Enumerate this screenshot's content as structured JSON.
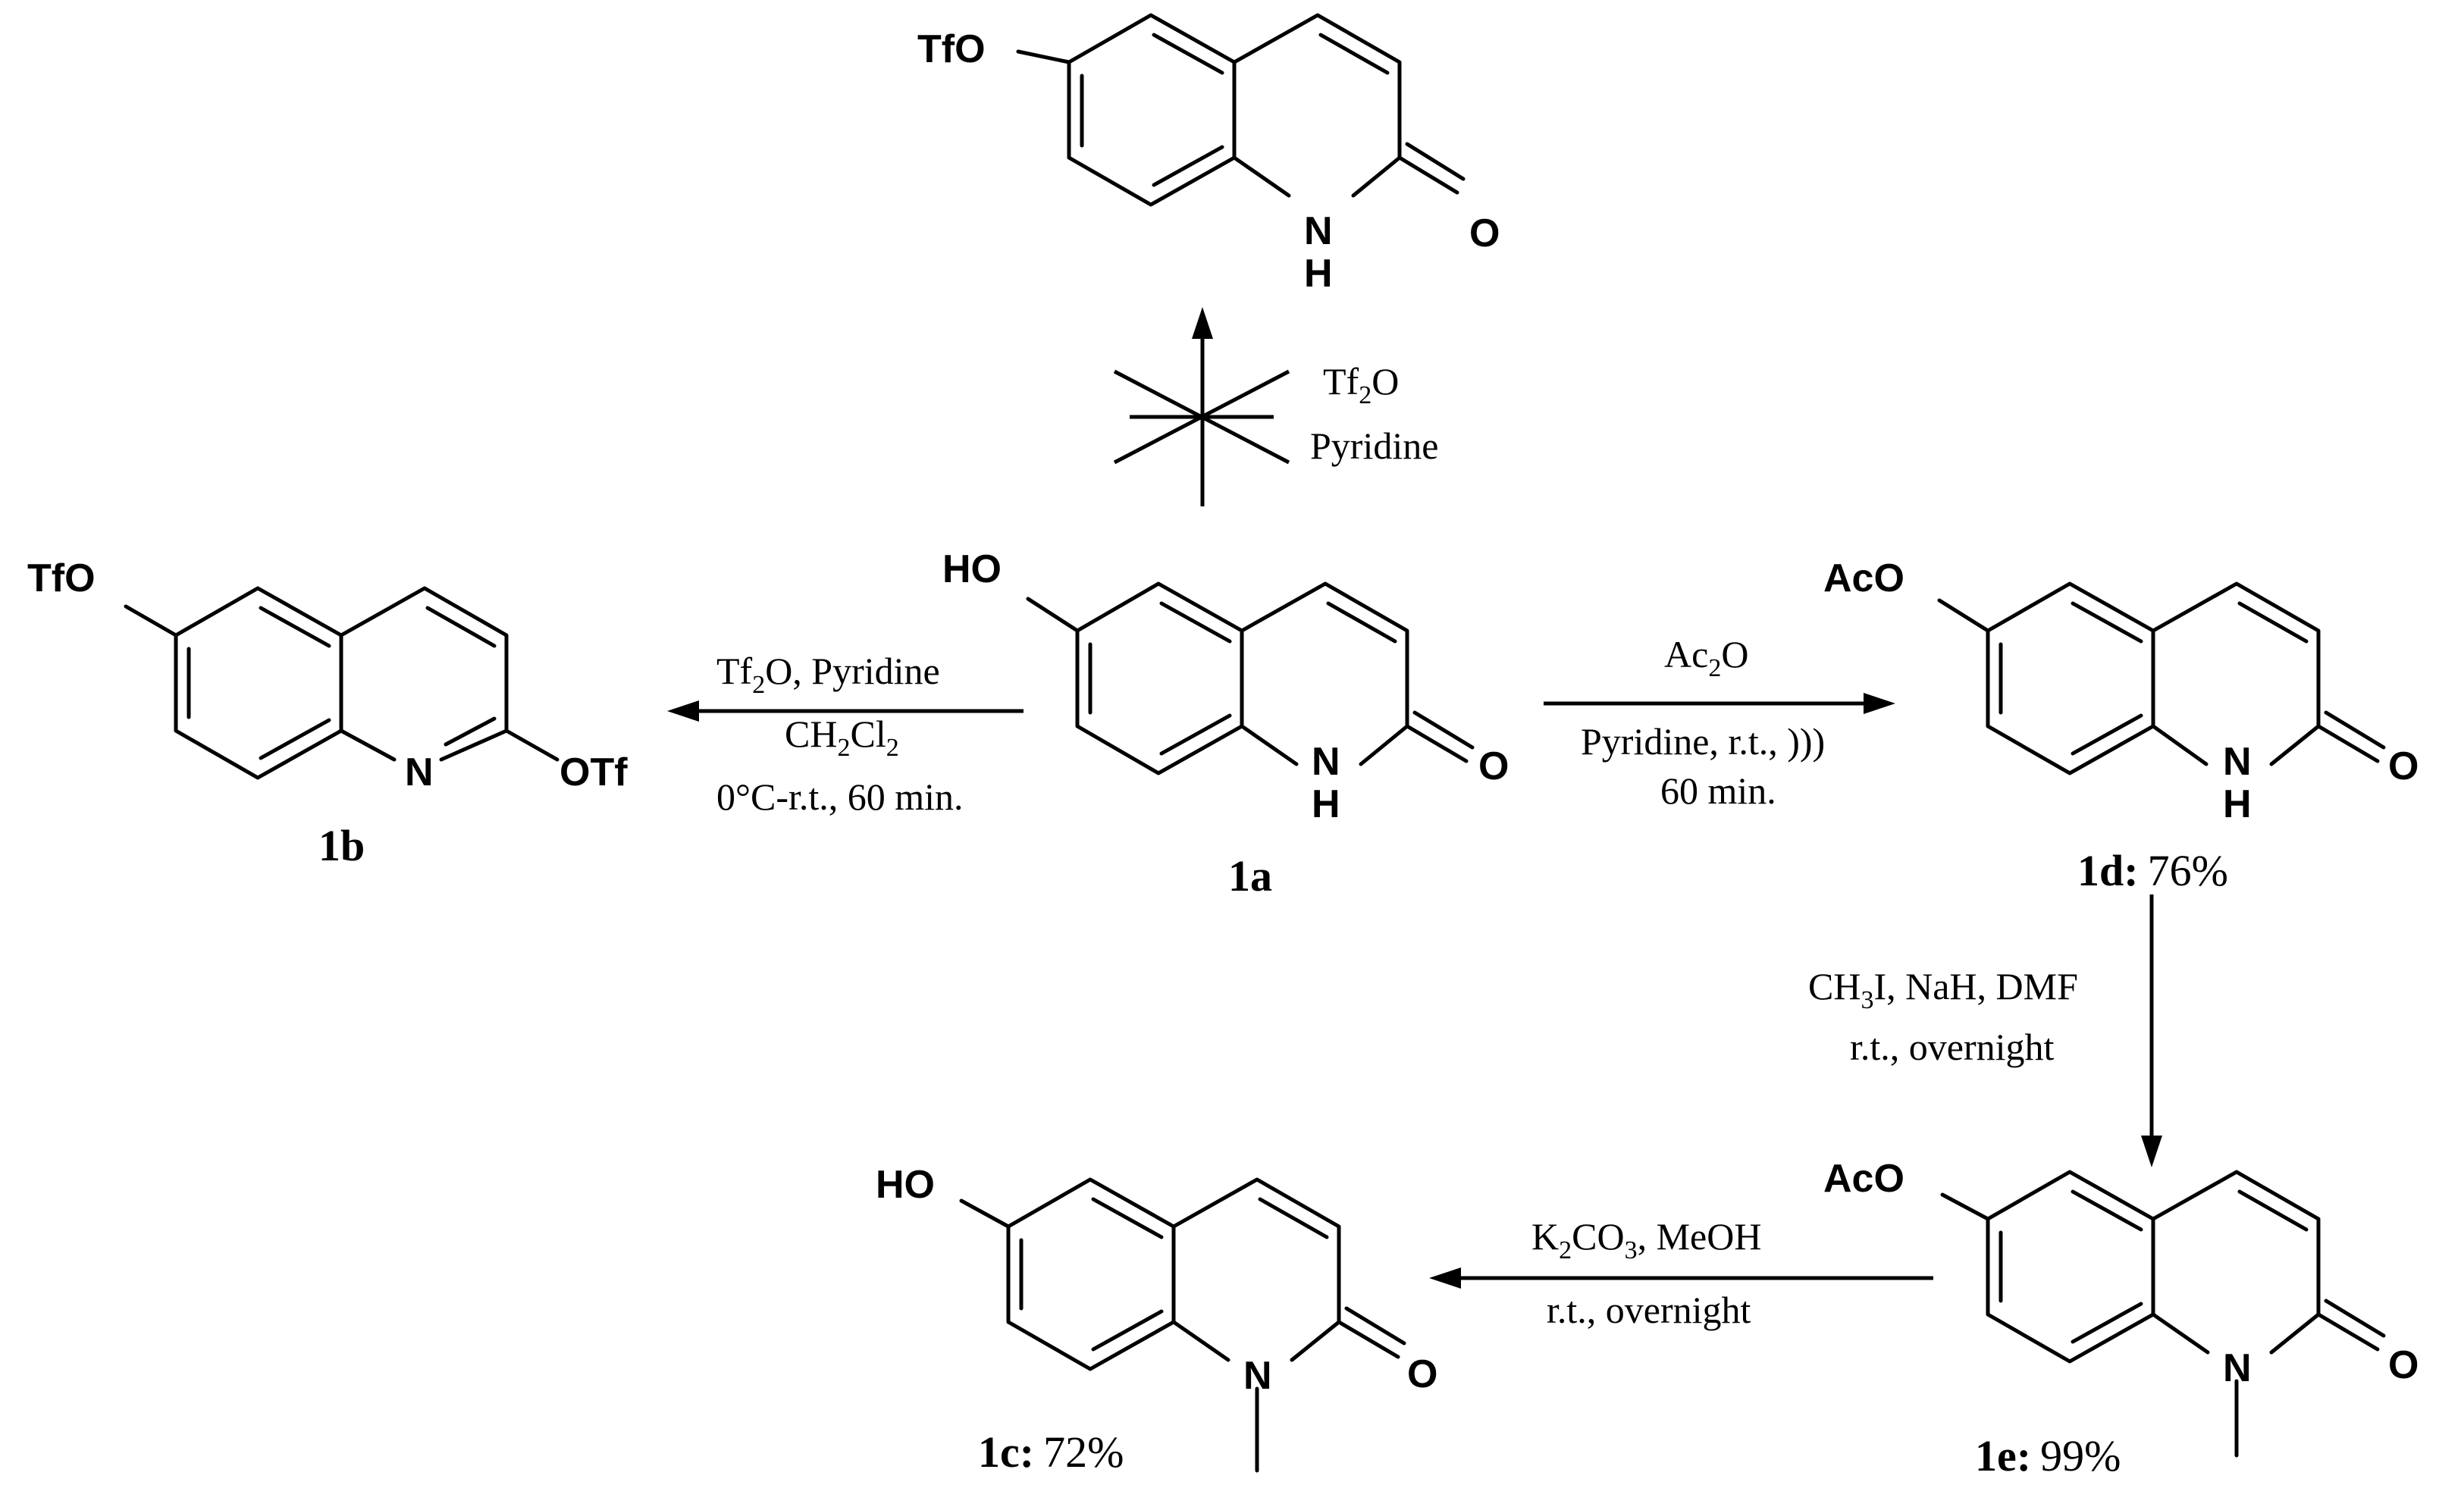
{
  "compounds": {
    "top": {
      "substituent": "TfO",
      "n_label": "N",
      "h_label": "H",
      "o_label": "O"
    },
    "c1a": {
      "substituent": "HO",
      "n_label": "N",
      "h_label": "H",
      "o_label": "O",
      "label": "1a"
    },
    "c1b": {
      "substituent": "TfO",
      "n_label": "N",
      "o_substituent": "OTf",
      "label": "1b"
    },
    "c1d": {
      "substituent": "AcO",
      "n_label": "N",
      "h_label": "H",
      "o_label": "O",
      "label": "1d:",
      "yield": "76%"
    },
    "c1e": {
      "substituent": "AcO",
      "n_label": "N",
      "o_label": "O",
      "label": "1e:",
      "yield": "99%"
    },
    "c1c": {
      "substituent": "HO",
      "n_label": "N",
      "o_label": "O",
      "label": "1c:",
      "yield": "72%"
    }
  },
  "reactions": {
    "to_top": {
      "line1_a": "Tf",
      "line1_sub": "2",
      "line1_b": "O",
      "line2": "Pyridine"
    },
    "to_1b": {
      "line1_a": "Tf",
      "line1_sub": "2",
      "line1_b": "O, Pyridine",
      "line2_a": "CH",
      "line2_sub1": "2",
      "line2_b": "Cl",
      "line2_sub2": "2",
      "line3": "0°C-r.t., 60 min."
    },
    "to_1d": {
      "line1_a": "Ac",
      "line1_sub": "2",
      "line1_b": "O",
      "line2": "Pyridine, r.t., )))",
      "line3": "60 min."
    },
    "to_1e": {
      "line1_a": "CH",
      "line1_sub": "3",
      "line1_b": "I, NaH, DMF",
      "line2": "r.t., overnight"
    },
    "to_1c": {
      "line1_a": "K",
      "line1_sub1": "2",
      "line1_b": "CO",
      "line1_sub2": "3",
      "line1_c": ", MeOH",
      "line2": "r.t., overnight"
    }
  }
}
